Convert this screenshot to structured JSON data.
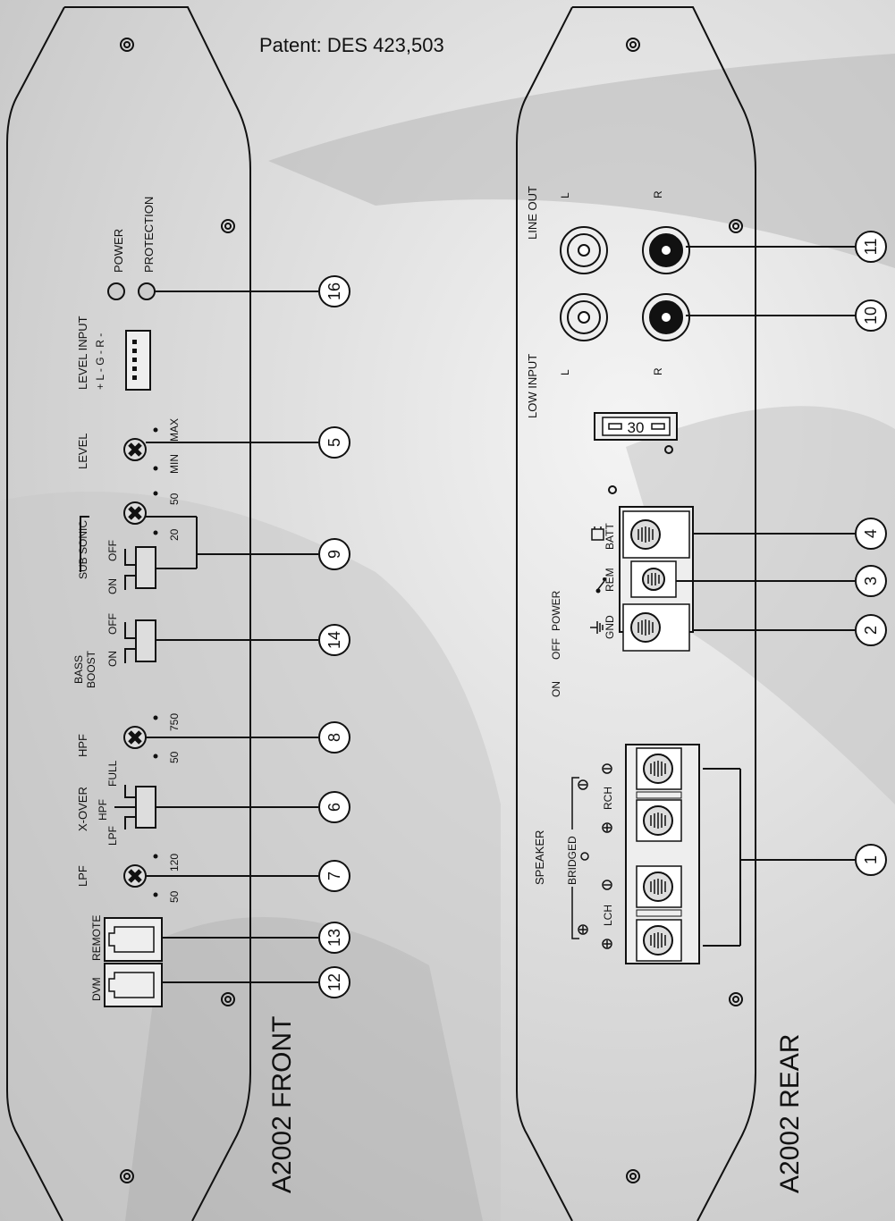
{
  "patent": "Patent: DES 423,503",
  "front": {
    "title": "A2002 FRONT",
    "labels": {
      "power": "POWER",
      "protection": "PROTECTION",
      "level_input": "LEVEL INPUT",
      "level_input_pins": "+ L - G - R -",
      "level": "LEVEL",
      "min": "MIN",
      "max": "MAX",
      "sub_sonic": "SUB SONIC",
      "ss_20": "20",
      "ss_50": "50",
      "ss_off": "OFF",
      "ss_on": "ON",
      "bass_boost_1": "BASS",
      "bass_boost_2": "BOOST",
      "bb_off": "OFF",
      "bb_on": "ON",
      "hpf": "HPF",
      "hpf_50": "50",
      "hpf_750": "750",
      "xover": "X-OVER",
      "full": "FULL",
      "xo_hpf": "HPF",
      "xo_lpf": "LPF",
      "lpf": "LPF",
      "lpf_50": "50",
      "lpf_120": "120",
      "remote": "REMOTE",
      "dvm": "DVM"
    },
    "callouts": [
      "16",
      "5",
      "9",
      "14",
      "8",
      "6",
      "7",
      "13",
      "12"
    ]
  },
  "rear": {
    "title": "A2002 REAR",
    "labels": {
      "line_out": "LINE OUT",
      "low_input": "LOW INPUT",
      "l": "L",
      "r": "R",
      "fuse": "30",
      "batt": "BATT",
      "rem": "REM",
      "gnd": "GND",
      "power": "POWER",
      "off": "OFF",
      "on": "ON",
      "speaker": "SPEAKER",
      "bridged": "BRIDGED",
      "rch": "RCH",
      "lch": "LCH"
    },
    "callouts": [
      "11",
      "10",
      "4",
      "3",
      "2",
      "1"
    ]
  }
}
